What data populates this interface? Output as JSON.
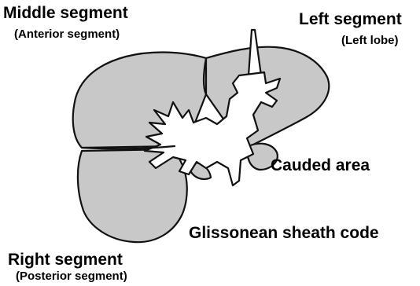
{
  "colors": {
    "liver_fill": "#c8c8c8",
    "outline": "#111111",
    "background": "#ffffff"
  },
  "labels": {
    "middle_segment": "Middle segment",
    "middle_segment_sub": "(Anterior segment)",
    "left_segment": "Left segment",
    "left_segment_sub": "(Left lobe)",
    "caudate_area": "Cauded area",
    "glissonean": "Glissonean sheath code",
    "right_segment": "Right segment",
    "right_segment_sub": "(Posterior segment)"
  }
}
